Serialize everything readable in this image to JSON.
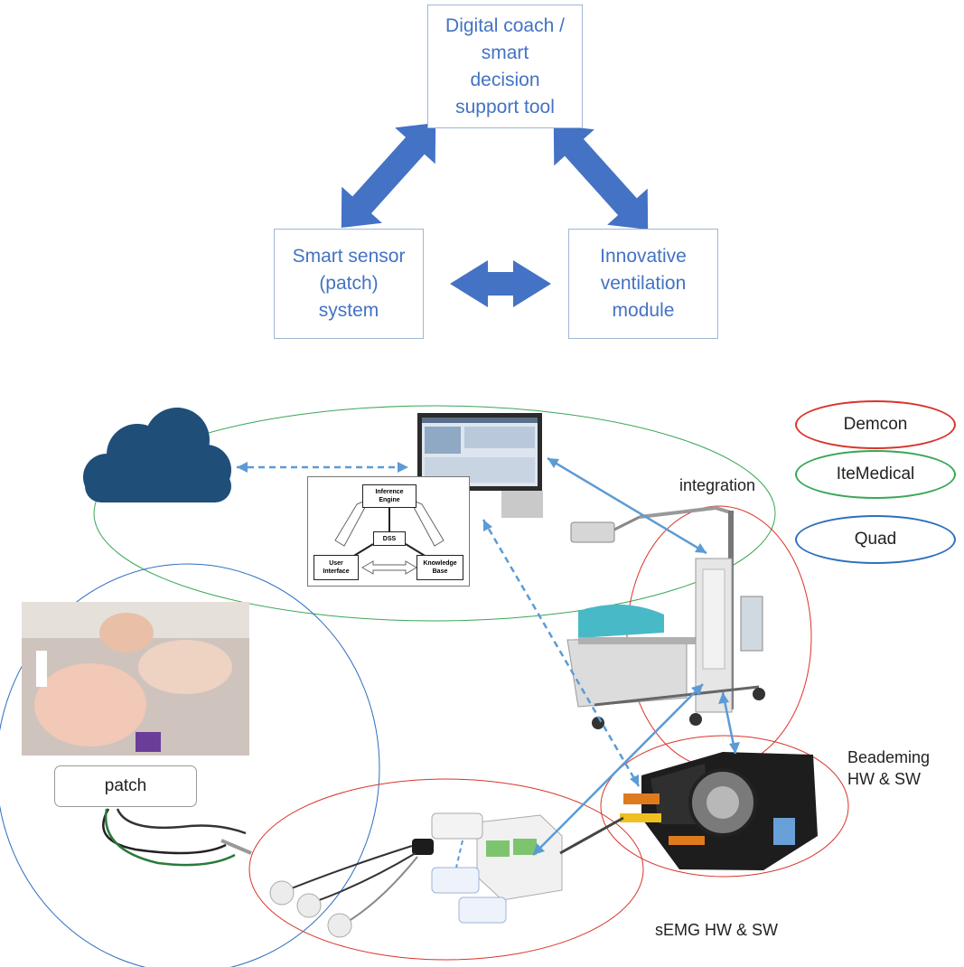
{
  "top_diagram": {
    "coach_box": "Digital coach /\nsmart\ndecision\nsupport tool",
    "sensor_box": "Smart sensor\n(patch)\nsystem",
    "ventilation_box": "Innovative\nventilation\nmodule"
  },
  "legend": {
    "items": [
      {
        "label": "Demcon",
        "color": "#d9342b"
      },
      {
        "label": "IteMedical",
        "color": "#3aa655"
      },
      {
        "label": "Quad",
        "color": "#2e6fbf"
      }
    ]
  },
  "labels": {
    "integration": "integration",
    "beademing": "Beademing\nHW & SW",
    "semg": "sEMG HW & SW",
    "patch": "patch"
  },
  "dss": {
    "inference": "Inference\nEngine",
    "center": "DSS",
    "user": "User\nInterface",
    "knowledge": "Knowledge\nBase"
  },
  "colors": {
    "box_text": "#4472c4",
    "arrow_fill": "#4472c4",
    "link_blue": "#5b9bd5",
    "cloud": "#1f4e79"
  }
}
